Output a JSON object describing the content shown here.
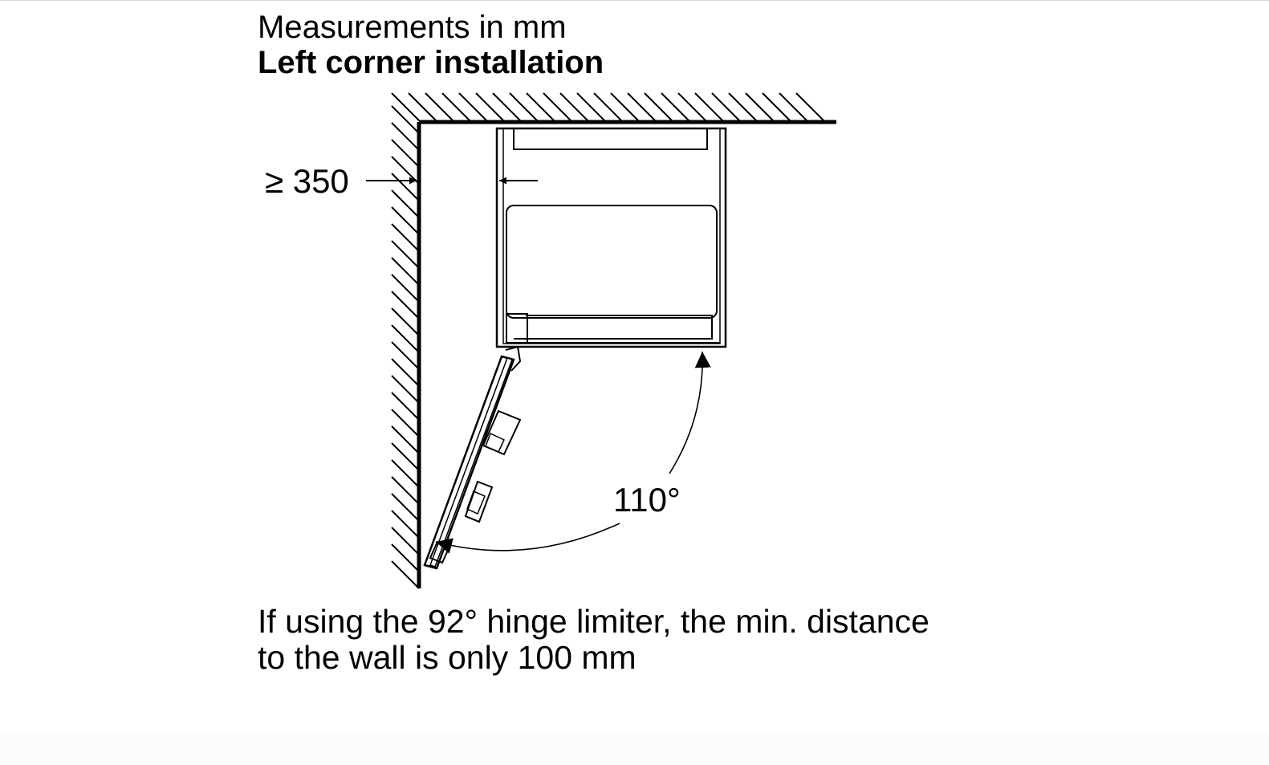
{
  "header": {
    "subtitle": "Measurements in mm",
    "title": "Left corner installation"
  },
  "dimensions": {
    "wall_clearance": "≥ 350",
    "door_angle": "110°"
  },
  "note": {
    "line1": "If using the 92° hinge limiter, the min. distance",
    "line2": "to the wall is only 100 mm"
  }
}
